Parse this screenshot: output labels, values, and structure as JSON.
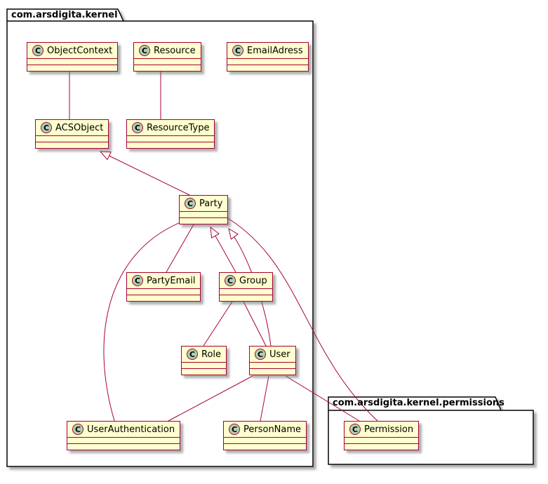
{
  "diagram": {
    "type": "uml-class-diagram",
    "tool_style": "plantuml",
    "spot_letter": "C",
    "colors": {
      "class_fill": "#FEFECE",
      "class_border": "#A80036",
      "edge": "#A80036",
      "spot_fill": "#ADD1B2",
      "package_border": "#000000",
      "background": "#ffffff"
    }
  },
  "packages": [
    {
      "name": "com.arsdigita.kernel"
    },
    {
      "name": "com.arsdigita.kernel.permissions"
    }
  ],
  "classes": [
    {
      "name": "ObjectContext",
      "package": "com.arsdigita.kernel"
    },
    {
      "name": "Resource",
      "package": "com.arsdigita.kernel"
    },
    {
      "name": "EmailAdress",
      "package": "com.arsdigita.kernel"
    },
    {
      "name": "ACSObject",
      "package": "com.arsdigita.kernel"
    },
    {
      "name": "ResourceType",
      "package": "com.arsdigita.kernel"
    },
    {
      "name": "Party",
      "package": "com.arsdigita.kernel"
    },
    {
      "name": "PartyEmail",
      "package": "com.arsdigita.kernel"
    },
    {
      "name": "Group",
      "package": "com.arsdigita.kernel"
    },
    {
      "name": "Role",
      "package": "com.arsdigita.kernel"
    },
    {
      "name": "User",
      "package": "com.arsdigita.kernel"
    },
    {
      "name": "UserAuthentication",
      "package": "com.arsdigita.kernel"
    },
    {
      "name": "PersonName",
      "package": "com.arsdigita.kernel"
    },
    {
      "name": "Permission",
      "package": "com.arsdigita.kernel.permissions"
    }
  ],
  "relationships": [
    {
      "from": "ObjectContext",
      "to": "ACSObject",
      "type": "association"
    },
    {
      "from": "Resource",
      "to": "ResourceType",
      "type": "association"
    },
    {
      "from": "Party",
      "to": "ACSObject",
      "type": "generalization"
    },
    {
      "from": "PartyEmail",
      "to": "Party",
      "type": "association"
    },
    {
      "from": "Group",
      "to": "Party",
      "type": "generalization"
    },
    {
      "from": "User",
      "to": "Party",
      "type": "generalization"
    },
    {
      "from": "Role",
      "to": "Group",
      "type": "association"
    },
    {
      "from": "User",
      "to": "Group",
      "type": "association"
    },
    {
      "from": "UserAuthentication",
      "to": "Party",
      "type": "association"
    },
    {
      "from": "UserAuthentication",
      "to": "User",
      "type": "association"
    },
    {
      "from": "PersonName",
      "to": "User",
      "type": "association"
    },
    {
      "from": "Permission",
      "to": "User",
      "type": "association"
    },
    {
      "from": "Permission",
      "to": "Party",
      "type": "association"
    }
  ]
}
